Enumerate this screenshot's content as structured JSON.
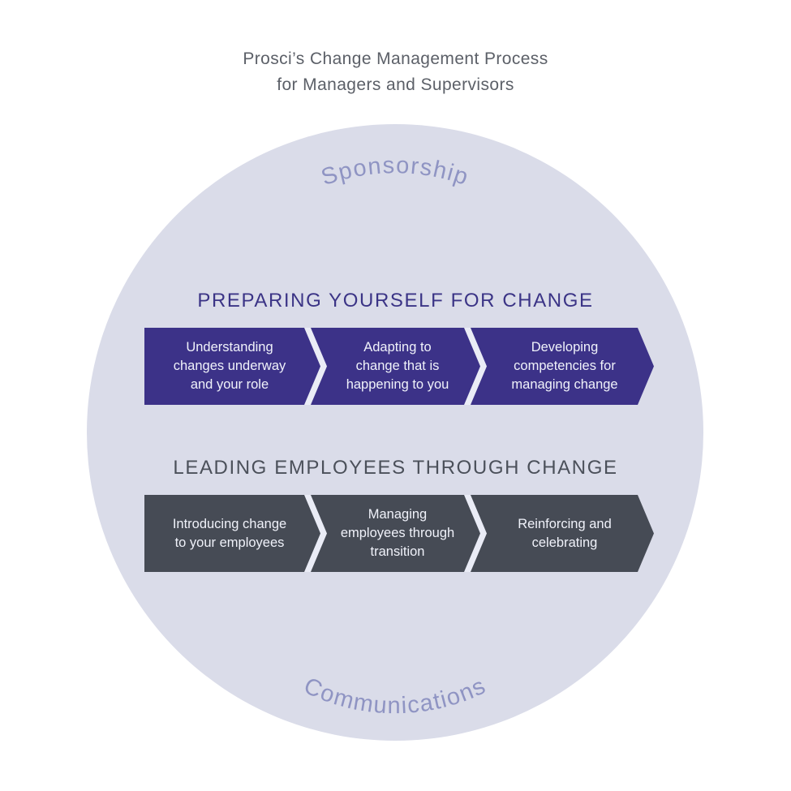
{
  "title": {
    "line1": "Prosci’s Change Management Process",
    "line2": "for Managers and Supervisors"
  },
  "circle_labels": {
    "top": "Sponsorship",
    "bottom": "Communications"
  },
  "colors": {
    "page_background": "#ffffff",
    "circle_fill": "#dadce9",
    "arc_label_text": "#8f94c3",
    "separator_stripe": "#eaecf6",
    "step_text": "#f0f2fa",
    "title_text": "#5c6068",
    "heading_purple": "#3b3486",
    "heading_gray": "#4b505a"
  },
  "sections": [
    {
      "heading": "PREPARING YOURSELF FOR CHANGE",
      "heading_color": "#3b3486",
      "arrow_color": "#3c3288",
      "steps": [
        "Understanding\nchanges underway\nand your role",
        "Adapting to\nchange that is\nhappening to you",
        "Developing\ncompetencies for\nmanaging change"
      ]
    },
    {
      "heading": "LEADING EMPLOYEES THROUGH CHANGE",
      "heading_color": "#4b505a",
      "arrow_color": "#464b55",
      "steps": [
        "Introducing change\nto your employees",
        "Managing\nemployees through\ntransition",
        "Reinforcing and\ncelebrating"
      ]
    }
  ]
}
